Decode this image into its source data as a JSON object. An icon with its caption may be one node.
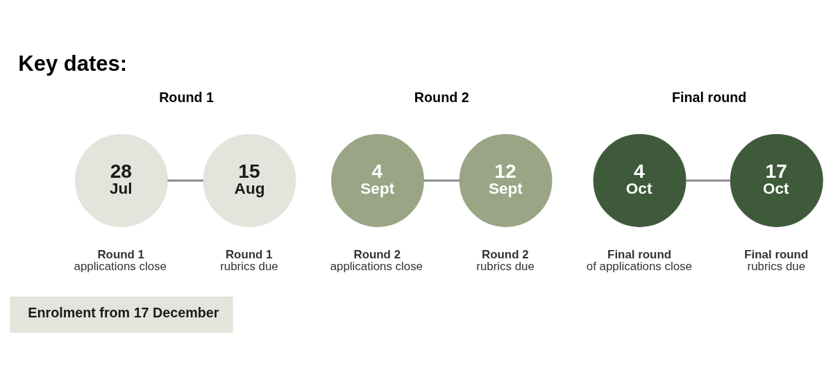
{
  "diagram": {
    "title": "Key dates:",
    "nodes": [
      {
        "text": [
          "28",
          "Jul"
        ],
        "beside": [
          "Round 1",
          "applications close"
        ]
      },
      {
        "text": [
          "15",
          "Aug"
        ],
        "beside": [
          "Round 1",
          "rubrics due"
        ]
      },
      {
        "text": [
          "4",
          "Sept"
        ],
        "beside": [
          "Round 2",
          "applications close"
        ]
      },
      {
        "text": [
          "12",
          "Sept"
        ],
        "beside": [
          "Round 2",
          "rubrics due"
        ]
      },
      {
        "text": [
          "4",
          "Oct"
        ],
        "beside": [
          "Final round",
          "of applications close"
        ]
      },
      {
        "text": [
          "17",
          "Oct"
        ],
        "beside": [
          "Final round",
          "rubrics due"
        ]
      },
      {
        "text": [
          "Enrolment from 17 December"
        ]
      }
    ],
    "edges": [
      {
        "from": 0,
        "to": 1,
        "arrow": "none"
      },
      {
        "from": 2,
        "to": 3,
        "arrow": "none"
      },
      {
        "from": 4,
        "to": 5,
        "arrow": "none"
      }
    ],
    "labels": [
      "Round 1",
      "Round 2",
      "Final round"
    ]
  }
}
